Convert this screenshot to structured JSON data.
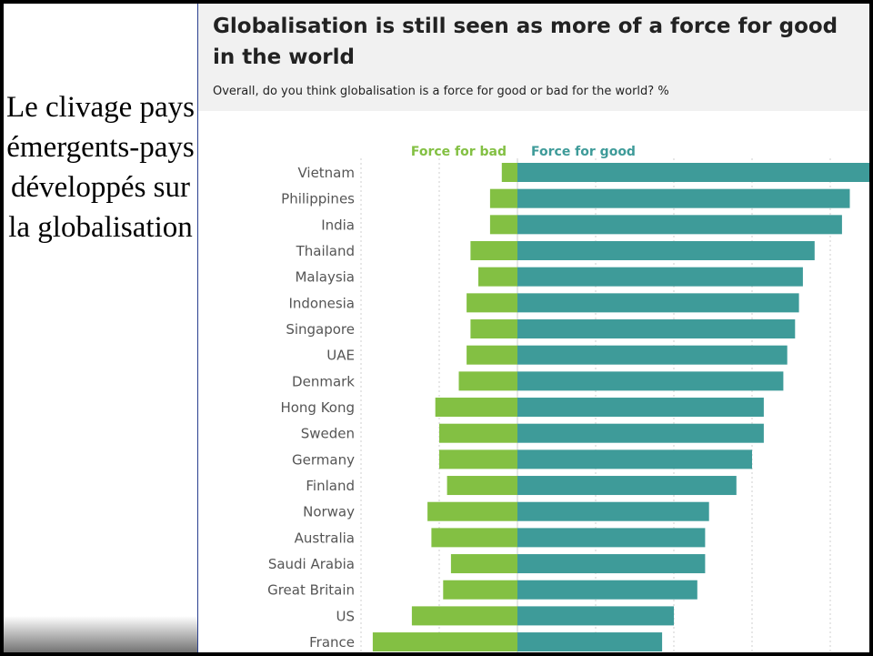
{
  "side_caption": "Le clivage pays émergents-pays développés sur la globalisation",
  "colors": {
    "bad": "#83c043",
    "good": "#3e9b99",
    "grid": "#cfcfcf",
    "header_bg": "#f1f1f1"
  },
  "chart_data": {
    "type": "bar",
    "orientation": "horizontal-diverging",
    "title": "Globalisation is still seen as more of a force for good in the world",
    "subtitle": "Overall, do you think globalisation is a force for good or bad for the world? %",
    "legend": [
      "Force for bad",
      "Force for good"
    ],
    "legend_position": "top",
    "grid": true,
    "categories": [
      "Vietnam",
      "Philippines",
      "India",
      "Thailand",
      "Malaysia",
      "Indonesia",
      "Singapore",
      "UAE",
      "Denmark",
      "Hong Kong",
      "Sweden",
      "Germany",
      "Finland",
      "Norway",
      "Australia",
      "Saudi Arabia",
      "Great Britain",
      "US",
      "France"
    ],
    "series": [
      {
        "name": "Force for bad",
        "values": [
          4,
          7,
          7,
          12,
          10,
          13,
          12,
          13,
          15,
          21,
          20,
          20,
          18,
          23,
          22,
          17,
          19,
          27,
          37
        ]
      },
      {
        "name": "Force for good",
        "values": [
          91,
          85,
          83,
          76,
          73,
          72,
          71,
          69,
          68,
          63,
          63,
          60,
          56,
          49,
          48,
          48,
          46,
          40,
          37
        ]
      }
    ]
  }
}
